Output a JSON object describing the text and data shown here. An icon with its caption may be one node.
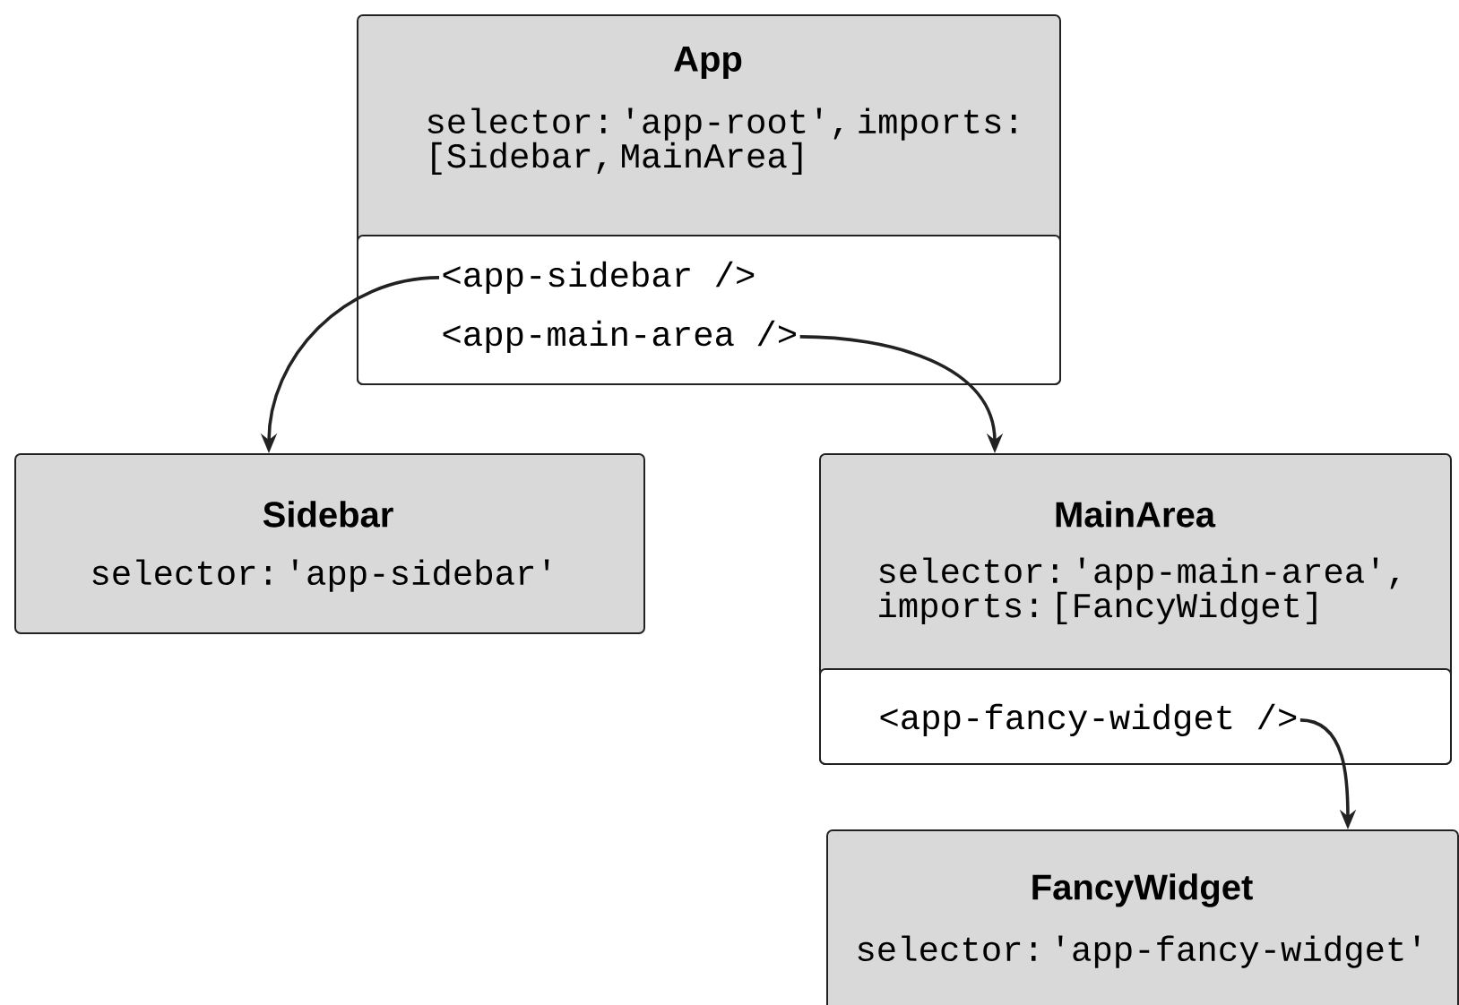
{
  "diagram": {
    "nodes": [
      {
        "text": [
          "App",
          "selector: 'app-root', imports: [Sidebar, MainArea]"
        ]
      },
      {
        "text": [],
        "shape": "box",
        "in": 0
      },
      {
        "text": [
          "<app-sidebar />"
        ],
        "in": 1
      },
      {
        "text": [
          "<app-main-area />"
        ],
        "in": 1
      },
      {
        "text": [
          "Sidebar",
          "selector: 'app-sidebar'"
        ]
      },
      {
        "text": [
          "MainArea",
          "selector: 'app-main-area', imports: [FancyWidget]"
        ]
      },
      {
        "text": [],
        "shape": "box",
        "in": 5
      },
      {
        "text": [
          "<app-fancy-widget />"
        ],
        "in": 6
      },
      {
        "text": [
          "FancyWidget",
          "selector: 'app-fancy-widget'"
        ]
      }
    ],
    "edges": [
      {
        "from": 2,
        "to": 4,
        "arrow": "to"
      },
      {
        "from": 3,
        "to": 5,
        "arrow": "to"
      },
      {
        "from": 7,
        "to": 8,
        "arrow": "to"
      }
    ]
  }
}
